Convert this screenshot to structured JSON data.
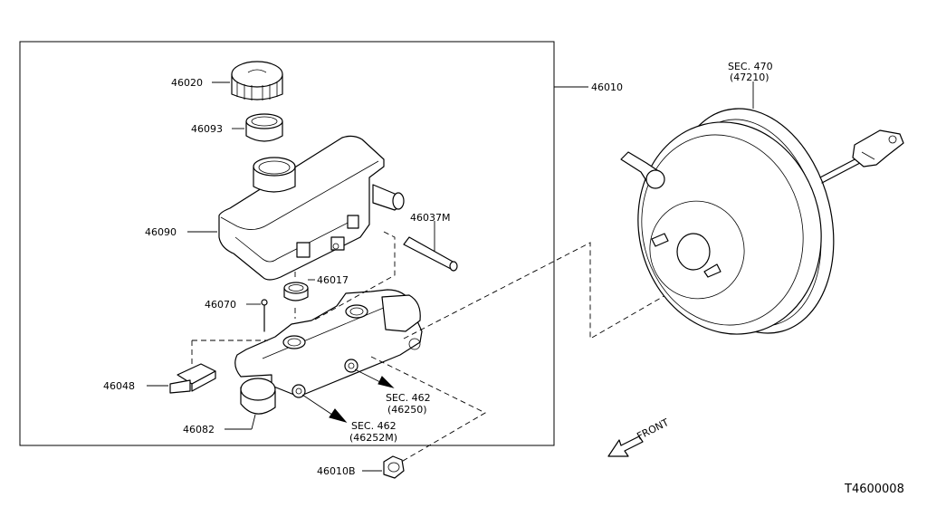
{
  "parts": {
    "p46020": "46020",
    "p46093": "46093",
    "p46090": "46090",
    "p46070": "46070",
    "p46048": "46048",
    "p46082": "46082",
    "p46010": "46010",
    "p46037m": "46037M",
    "p46017": "46017",
    "p46010b": "46010B"
  },
  "sections": {
    "sec470": "SEC. 470",
    "sec470_ref": "(47210)",
    "sec462a": "SEC. 462",
    "sec462a_ref": "(46250)",
    "sec462b": "SEC. 462",
    "sec462b_ref": "(46252M)"
  },
  "front_label": "FRONT",
  "diagram_code": "T4600008",
  "icons": {
    "front_arrow": "arrow-down-left-icon",
    "flow_arrows": "arrow-right-icon"
  }
}
